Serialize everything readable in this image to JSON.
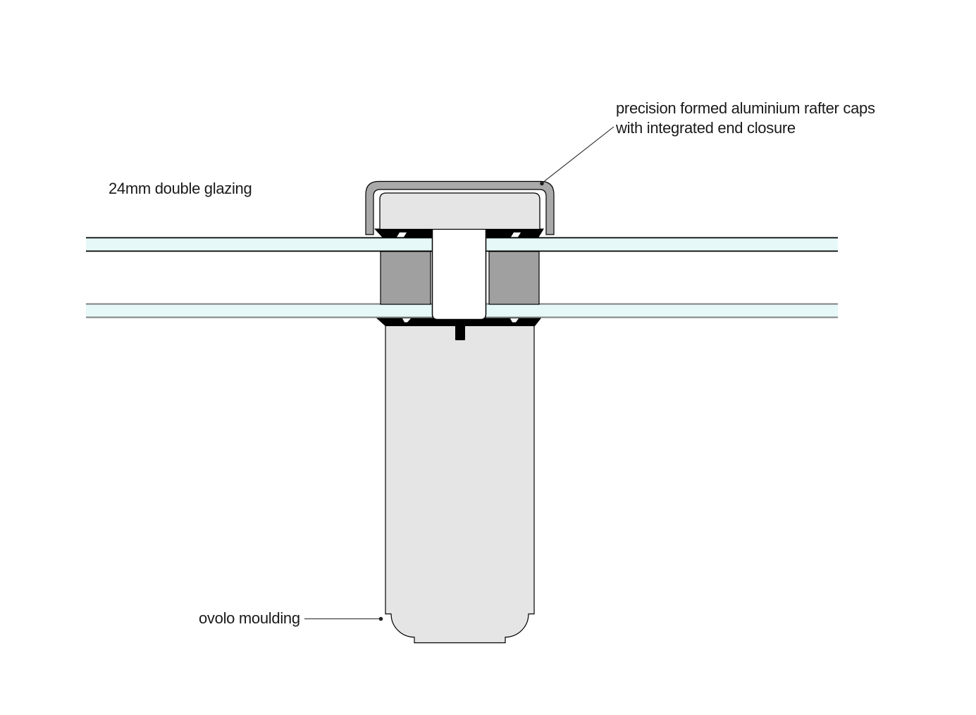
{
  "annotations": {
    "rafter_cap": {
      "line1": "precision formed aluminium rafter caps",
      "line2": "with integrated end closure"
    },
    "glazing": {
      "label": "24mm double glazing"
    },
    "ovolo": {
      "label": "ovolo moulding"
    }
  },
  "colors": {
    "background": "#ffffff",
    "glass_fill": "#e7f8f8",
    "glass_border_top_pane": "#000000",
    "glass_border_bottom_pane": "#808080",
    "cap_band": "#a9a9a9",
    "cap_core": "#e5e5e5",
    "spacer": "#a0a0a0",
    "rafter": "#e5e5e5",
    "gasket": "#000000",
    "channel": "#ffffff",
    "notch": "#ffffff",
    "leader": "#222222",
    "text": "#1a1a1a"
  }
}
